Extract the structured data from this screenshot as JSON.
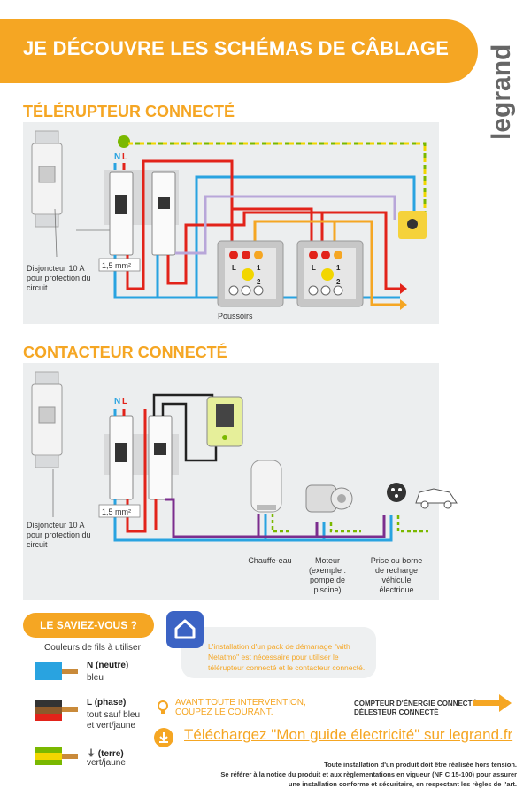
{
  "header": {
    "title": "JE DÉCOUVRE LES SCHÉMAS DE CÂBLAGE",
    "brand": "legrand"
  },
  "section1": {
    "title": "TÉLÉRUPTEUR CONNECTÉ",
    "n_label": "N",
    "l_label": "L",
    "wire_size": "1,5 mm²",
    "breaker_caption": "Disjoncteur 10 A pour protection du circuit",
    "push_caption": "Poussoirs",
    "switch_terminals": {
      "l": "L",
      "one": "1",
      "two": "2"
    }
  },
  "section2": {
    "title": "CONTACTEUR CONNECTÉ",
    "n_label": "N",
    "l_label": "L",
    "wire_size": "1,5 mm²",
    "breaker_caption": "Disjoncteur 10 A pour protection du circuit",
    "loads": [
      "Chauffe-eau",
      "Moteur (exemple : pompe de piscine)",
      "Prise ou borne de recharge véhicule électrique"
    ]
  },
  "info": {
    "saviez_label": "LE SAVIEZ-VOUS ?",
    "colors_title": "Couleurs de fils à utiliser",
    "neutral_title": "N (neutre)",
    "neutral_sub": "bleu",
    "phase_title": "L (phase)",
    "phase_sub": "tout sauf bleu et vert/jaune",
    "earth_title": "⏚ (terre)",
    "earth_sub": "vert/jaune",
    "netatmo_text": "L'installation d'un pack de démarrage \"with Netatmo\" est nécessaire pour utiliser le télérupteur connecté et le contacteur connecté.",
    "warning_line1": "AVANT TOUTE INTERVENTION,",
    "warning_line2": "COUPEZ LE COURANT.",
    "compteur_line1": "COMPTEUR D'ÉNERGIE CONNECTÉ",
    "compteur_line2": "DÉLESTEUR CONNECTÉ",
    "download_text": "Téléchargez \"Mon guide électricité\" sur legrand.fr",
    "footer_line1": "Toute installation d'un produit doit être réalisée hors tension.",
    "footer_line2": "Se référer à la notice du produit et aux règlementations en vigueur (NF C 15-100) pour assurer",
    "footer_line3": "une installation conforme et sécuritaire, en respectant les règles de l'art."
  },
  "colors": {
    "accent": "#f5a623",
    "neutral": "#29a3e0",
    "phase": "#e2231a",
    "earth_green": "#7ab800",
    "earth_yellow": "#f2d600",
    "violet": "#7b2d8e",
    "lavender": "#b8a6d9"
  }
}
